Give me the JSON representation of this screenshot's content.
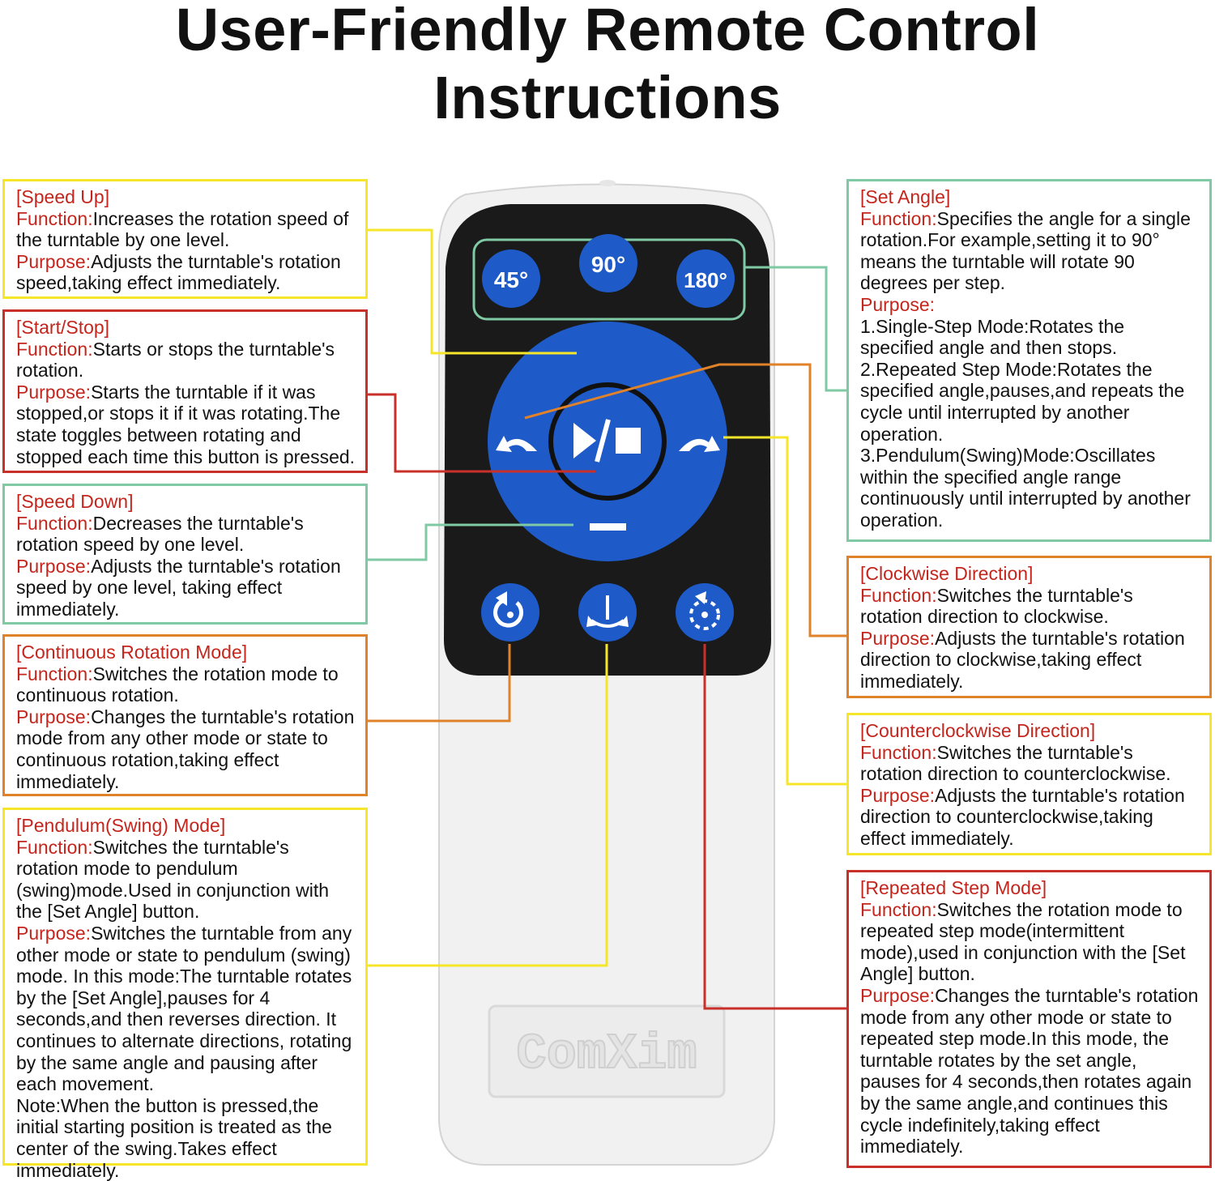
{
  "title": {
    "line1": "User-Friendly Remote Control",
    "line2": "Instructions"
  },
  "remote": {
    "angle_buttons": [
      "45°",
      "90°",
      "180°"
    ],
    "brand": "ComXim"
  },
  "boxes": {
    "speed_up": {
      "heading": "[Speed Up]",
      "function_label": "Function:",
      "function_text": "Increases the rotation speed of the turntable by one level.",
      "purpose_label": "Purpose:",
      "purpose_text": "Adjusts the turntable's rotation speed,taking effect immediately."
    },
    "start_stop": {
      "heading": "[Start/Stop]",
      "function_label": "Function:",
      "function_text": "Starts or stops the turntable's rotation.",
      "purpose_label": "Purpose:",
      "purpose_text": "Starts the turntable if it was stopped,or stops it if it was rotating.The state toggles between rotating and stopped each time this button is pressed."
    },
    "speed_down": {
      "heading": "[Speed Down]",
      "function_label": "Function:",
      "function_text": "Decreases the turntable's rotation speed by one level.",
      "purpose_label": "Purpose:",
      "purpose_text": "Adjusts the turntable's rotation speed by one level, taking effect immediately."
    },
    "continuous": {
      "heading": "[Continuous Rotation Mode]",
      "function_label": "Function:",
      "function_text": "Switches the rotation mode to continuous rotation.",
      "purpose_label": "Purpose:",
      "purpose_text": "Changes the turntable's rotation mode from any other mode or state to continuous rotation,taking effect immediately."
    },
    "pendulum": {
      "heading": "[Pendulum(Swing) Mode]",
      "function_label": "Function:",
      "function_text": "Switches the turntable's rotation mode to pendulum (swing)mode.Used in conjunction with the [Set Angle] button.",
      "purpose_label": "Purpose:",
      "purpose_text": "Switches the turntable from any other mode or state to pendulum (swing) mode. In this mode:The turntable rotates by the [Set Angle],pauses for 4 seconds,and then reverses direction. It continues to alternate directions, rotating by the same angle and pausing after each movement.",
      "note": "Note:When the button is pressed,the initial starting position is treated as the center of the swing.Takes effect immediately."
    },
    "set_angle": {
      "heading": "[Set Angle]",
      "function_label": "Function:",
      "function_text": "Specifies the angle for a single rotation.For example,setting it to 90° means the turntable will rotate 90 degrees per step.",
      "purpose_label": "Purpose:",
      "item1": "1.Single-Step Mode:Rotates the specified angle and then stops.",
      "item2": "2.Repeated Step Mode:Rotates the specified angle,pauses,and repeats the cycle until interrupted by another operation.",
      "item3": "3.Pendulum(Swing)Mode:Oscillates within the specified angle range continuously until interrupted by another operation."
    },
    "clockwise": {
      "heading": "[Clockwise Direction]",
      "function_label": "Function:",
      "function_text": "Switches the turntable's rotation direction to clockwise.",
      "purpose_label": "Purpose:",
      "purpose_text": "Adjusts the turntable's rotation direction to clockwise,taking effect immediately."
    },
    "counterclockwise": {
      "heading": "[Counterclockwise Direction]",
      "function_label": "Function:",
      "function_text": "Switches the turntable's rotation direction to counterclockwise.",
      "purpose_label": "Purpose:",
      "purpose_text": "Adjusts the turntable's rotation direction to counterclockwise,taking effect immediately."
    },
    "repeated_step": {
      "heading": "[Repeated Step Mode]",
      "function_label": "Function:",
      "function_text": "Switches the rotation mode to repeated step mode(intermittent mode),used in conjunction with the [Set Angle] button.",
      "purpose_label": "Purpose:",
      "purpose_text": "Changes the turntable's rotation mode from any other mode or state to repeated step mode.In this mode, the turntable rotates by the set angle, pauses for 4 seconds,then rotates again by the same angle,and continues this cycle indefinitely,taking effect immediately."
    }
  },
  "colors": {
    "yellow": "#f5e62a",
    "red": "#c9302a",
    "green": "#7fc9a5",
    "orange": "#e0822a",
    "button_blue": "#1e5bc8",
    "panel_black": "#1a1a1a",
    "label_red": "#c4261d"
  }
}
